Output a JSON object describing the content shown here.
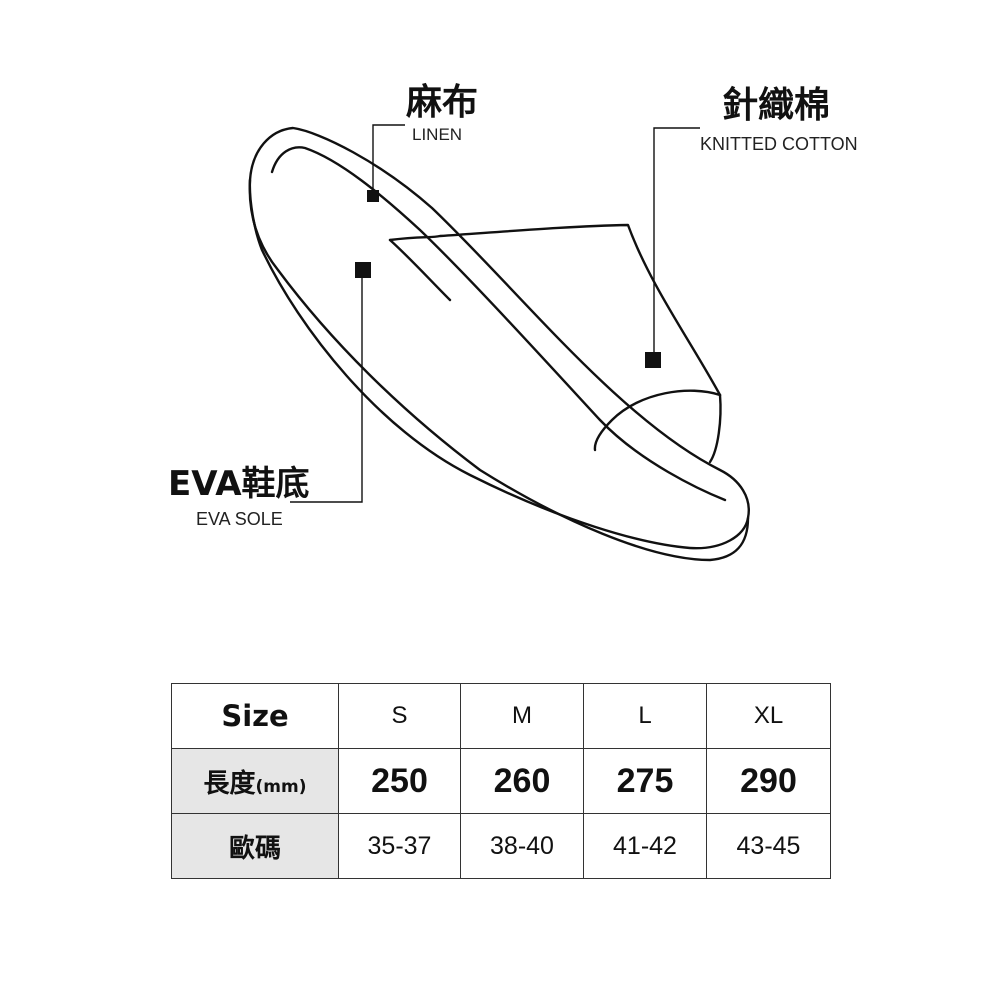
{
  "callouts": {
    "linen": {
      "zh": "麻布",
      "en": "LINEN"
    },
    "knitted_cotton": {
      "zh": "針織棉",
      "en": "KNITTED COTTON"
    },
    "eva_sole": {
      "zh": "EVA鞋底",
      "en": "EVA SOLE"
    }
  },
  "size_table": {
    "header_label": "Size",
    "sizes": [
      "S",
      "M",
      "L",
      "XL"
    ],
    "length_label": "長度",
    "length_unit": "(mm)",
    "lengths": [
      "250",
      "260",
      "275",
      "290"
    ],
    "eu_label": "歐碼",
    "eu_sizes": [
      "35-37",
      "38-40",
      "41-42",
      "43-45"
    ]
  },
  "colors": {
    "line": "#111111",
    "header_fill": "#e6e6e6"
  }
}
